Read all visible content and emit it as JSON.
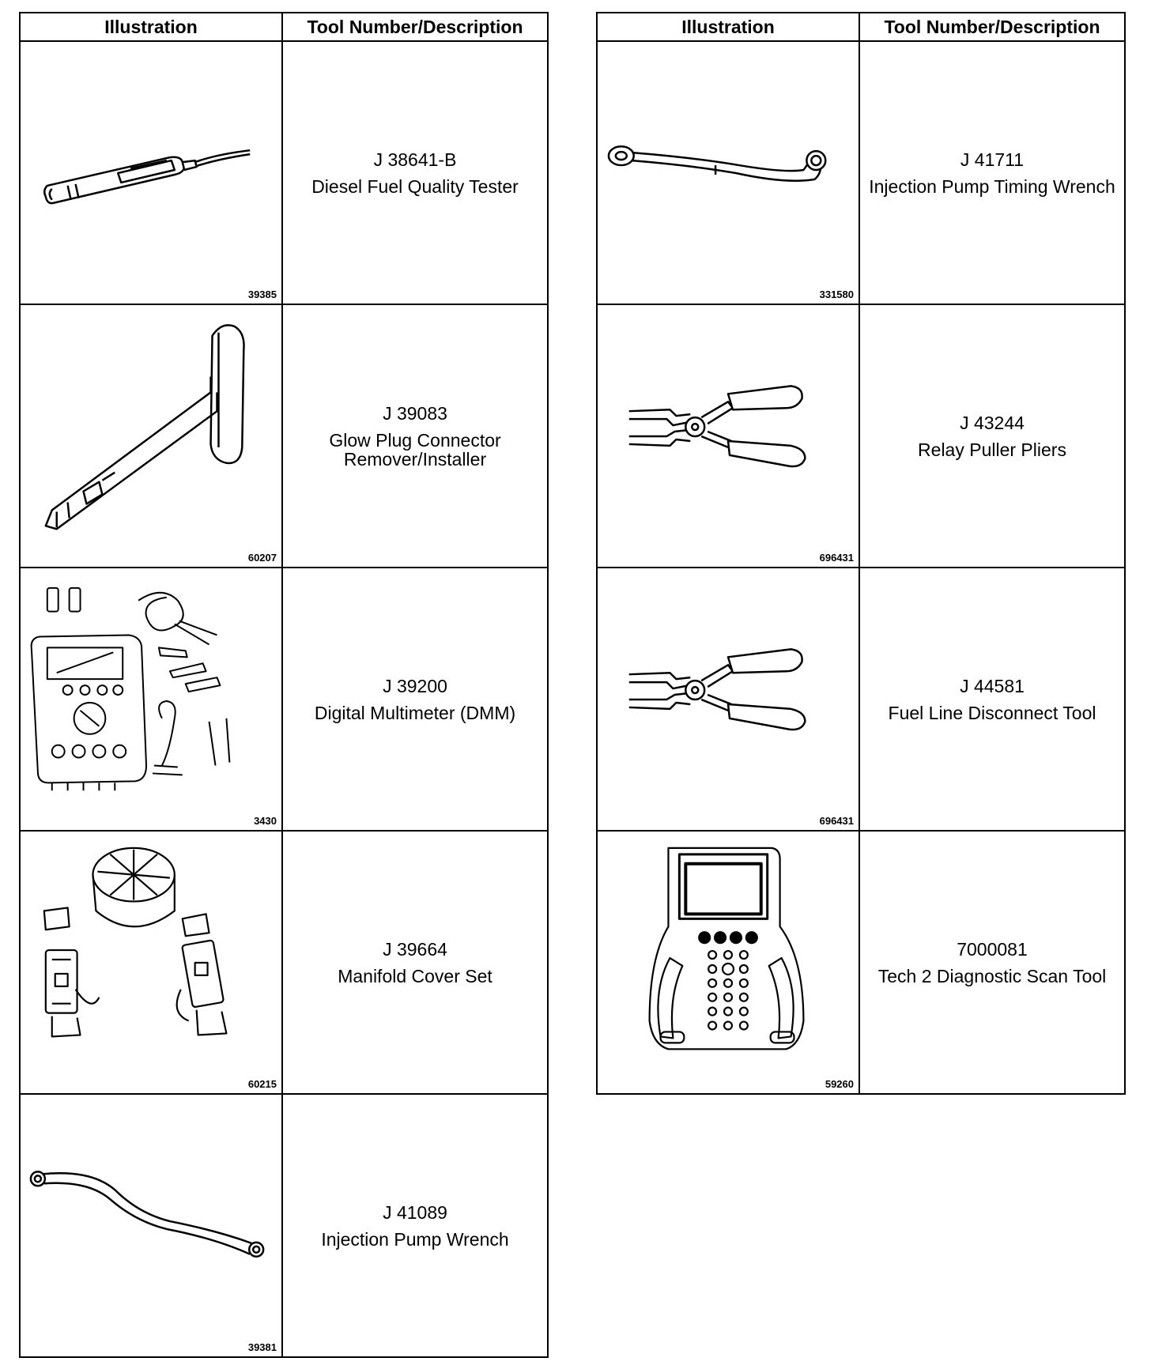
{
  "tables": [
    {
      "headers": {
        "illustration": "Illustration",
        "description": "Tool Number/Description"
      },
      "rows": [
        {
          "figure": "39385",
          "tool_number": "J 38641-B",
          "description": "Diesel Fuel Quality Tester",
          "icon": "fuel-quality-tester-icon"
        },
        {
          "figure": "60207",
          "tool_number": "J 39083",
          "description": "Glow Plug Connector Remover/Installer",
          "icon": "glow-plug-tool-icon"
        },
        {
          "figure": "3430",
          "tool_number": "J 39200",
          "description": "Digital Multimeter (DMM)",
          "icon": "multimeter-icon"
        },
        {
          "figure": "60215",
          "tool_number": "J 39664",
          "description": "Manifold Cover Set",
          "icon": "manifold-cover-set-icon"
        },
        {
          "figure": "39381",
          "tool_number": "J 41089",
          "description": "Injection Pump Wrench",
          "icon": "pump-wrench-icon"
        }
      ]
    },
    {
      "headers": {
        "illustration": "Illustration",
        "description": "Tool Number/Description"
      },
      "rows": [
        {
          "figure": "331580",
          "tool_number": "J 41711",
          "description": "Injection Pump Timing Wrench",
          "icon": "timing-wrench-icon"
        },
        {
          "figure": "696431",
          "tool_number": "J 43244",
          "description": "Relay Puller Pliers",
          "icon": "pliers-icon"
        },
        {
          "figure": "696431",
          "tool_number": "J 44581",
          "description": "Fuel Line Disconnect Tool",
          "icon": "pliers-icon"
        },
        {
          "figure": "59260",
          "tool_number": "7000081",
          "description": "Tech 2 Diagnostic Scan Tool",
          "icon": "scan-tool-icon"
        }
      ]
    }
  ]
}
